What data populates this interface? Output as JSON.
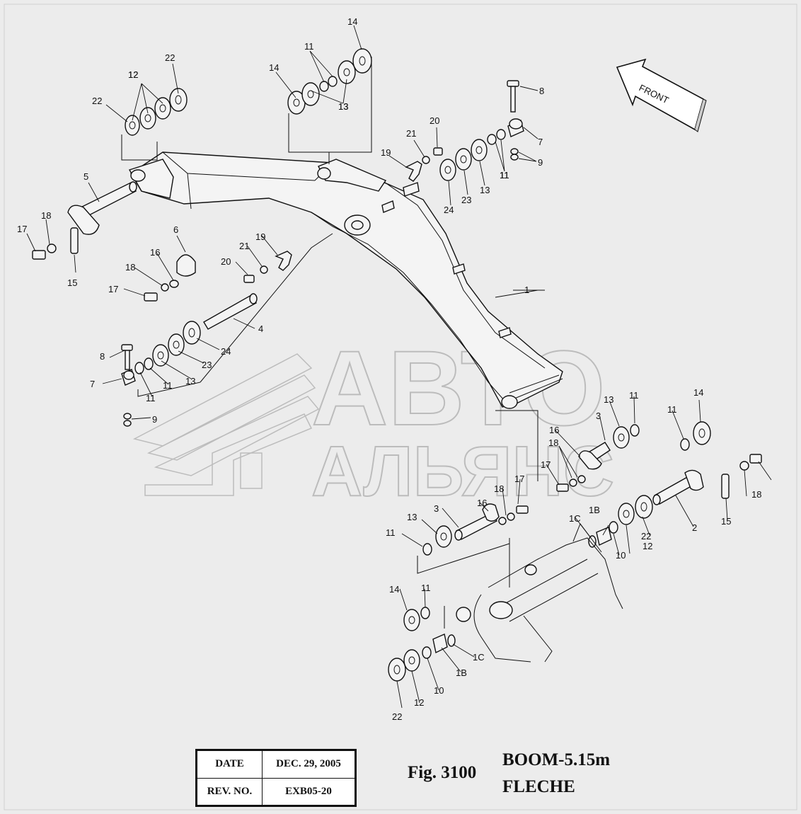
{
  "direction_arrow": {
    "text": "FRONT"
  },
  "watermark": {
    "line1": "АВТО",
    "line2": "АЛЬЯНС"
  },
  "title_block": {
    "date_label": "DATE",
    "date_value": "DEC. 29, 2005",
    "rev_label": "REV. NO.",
    "rev_value": "EXB05-20"
  },
  "figure": {
    "number": "Fig. 3100",
    "title_en": "BOOM-5.15m",
    "title_fr": "FLECHE"
  },
  "part_callouts": [
    "1",
    "2",
    "3",
    "3",
    "4",
    "5",
    "6",
    "7",
    "7",
    "8",
    "8",
    "9",
    "9",
    "10",
    "10",
    "11",
    "11",
    "11",
    "11",
    "11",
    "11",
    "11",
    "11",
    "11",
    "11",
    "12",
    "12",
    "12",
    "12",
    "13",
    "13",
    "13",
    "13",
    "13",
    "13",
    "14",
    "14",
    "14",
    "14",
    "15",
    "15",
    "16",
    "16",
    "16",
    "17",
    "17",
    "17",
    "17",
    "18",
    "18",
    "18",
    "18",
    "18",
    "19",
    "19",
    "20",
    "20",
    "21",
    "21",
    "22",
    "22",
    "22",
    "22",
    "23",
    "23",
    "24",
    "24",
    "1B",
    "1B",
    "1C",
    "1C"
  ]
}
